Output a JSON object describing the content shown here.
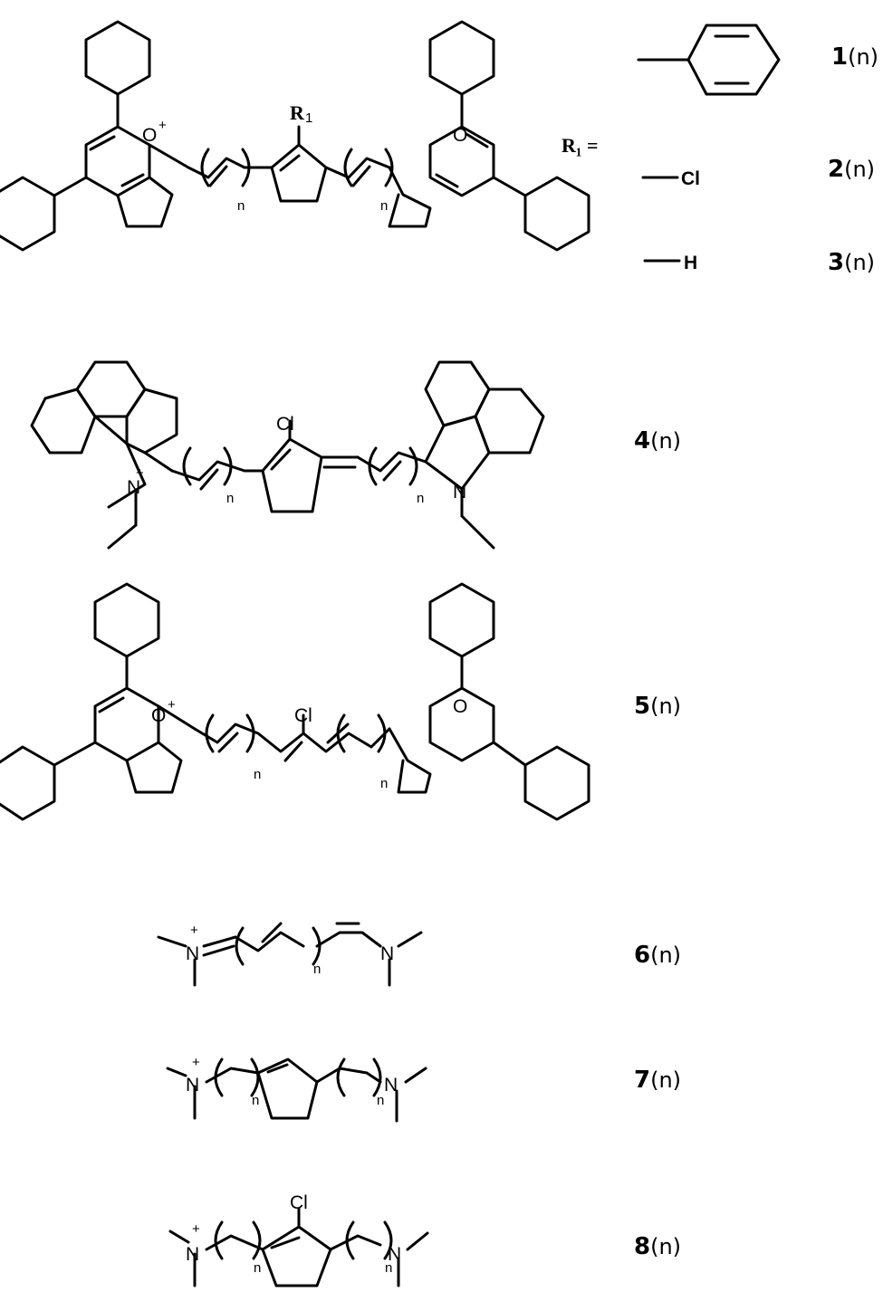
{
  "r1_label": "R₁ =",
  "r1_atom": "R",
  "r1_sub": "1",
  "substituents": [
    {
      "number": "1",
      "index": "(n)",
      "group": "phenyl-group-icon"
    },
    {
      "number": "2",
      "index": "(n)",
      "group": "Cl"
    },
    {
      "number": "3",
      "index": "(n)",
      "group": "H"
    }
  ],
  "compounds": [
    {
      "number": "4",
      "index": "(n)"
    },
    {
      "number": "5",
      "index": "(n)"
    },
    {
      "number": "6",
      "index": "(n)"
    },
    {
      "number": "7",
      "index": "(n)"
    },
    {
      "number": "8",
      "index": "(n)"
    }
  ],
  "atoms": {
    "oxygen": "O",
    "nitrogen": "N",
    "chlorine": "Cl",
    "hydrogen": "H",
    "charge": "+",
    "repeat": "n"
  }
}
